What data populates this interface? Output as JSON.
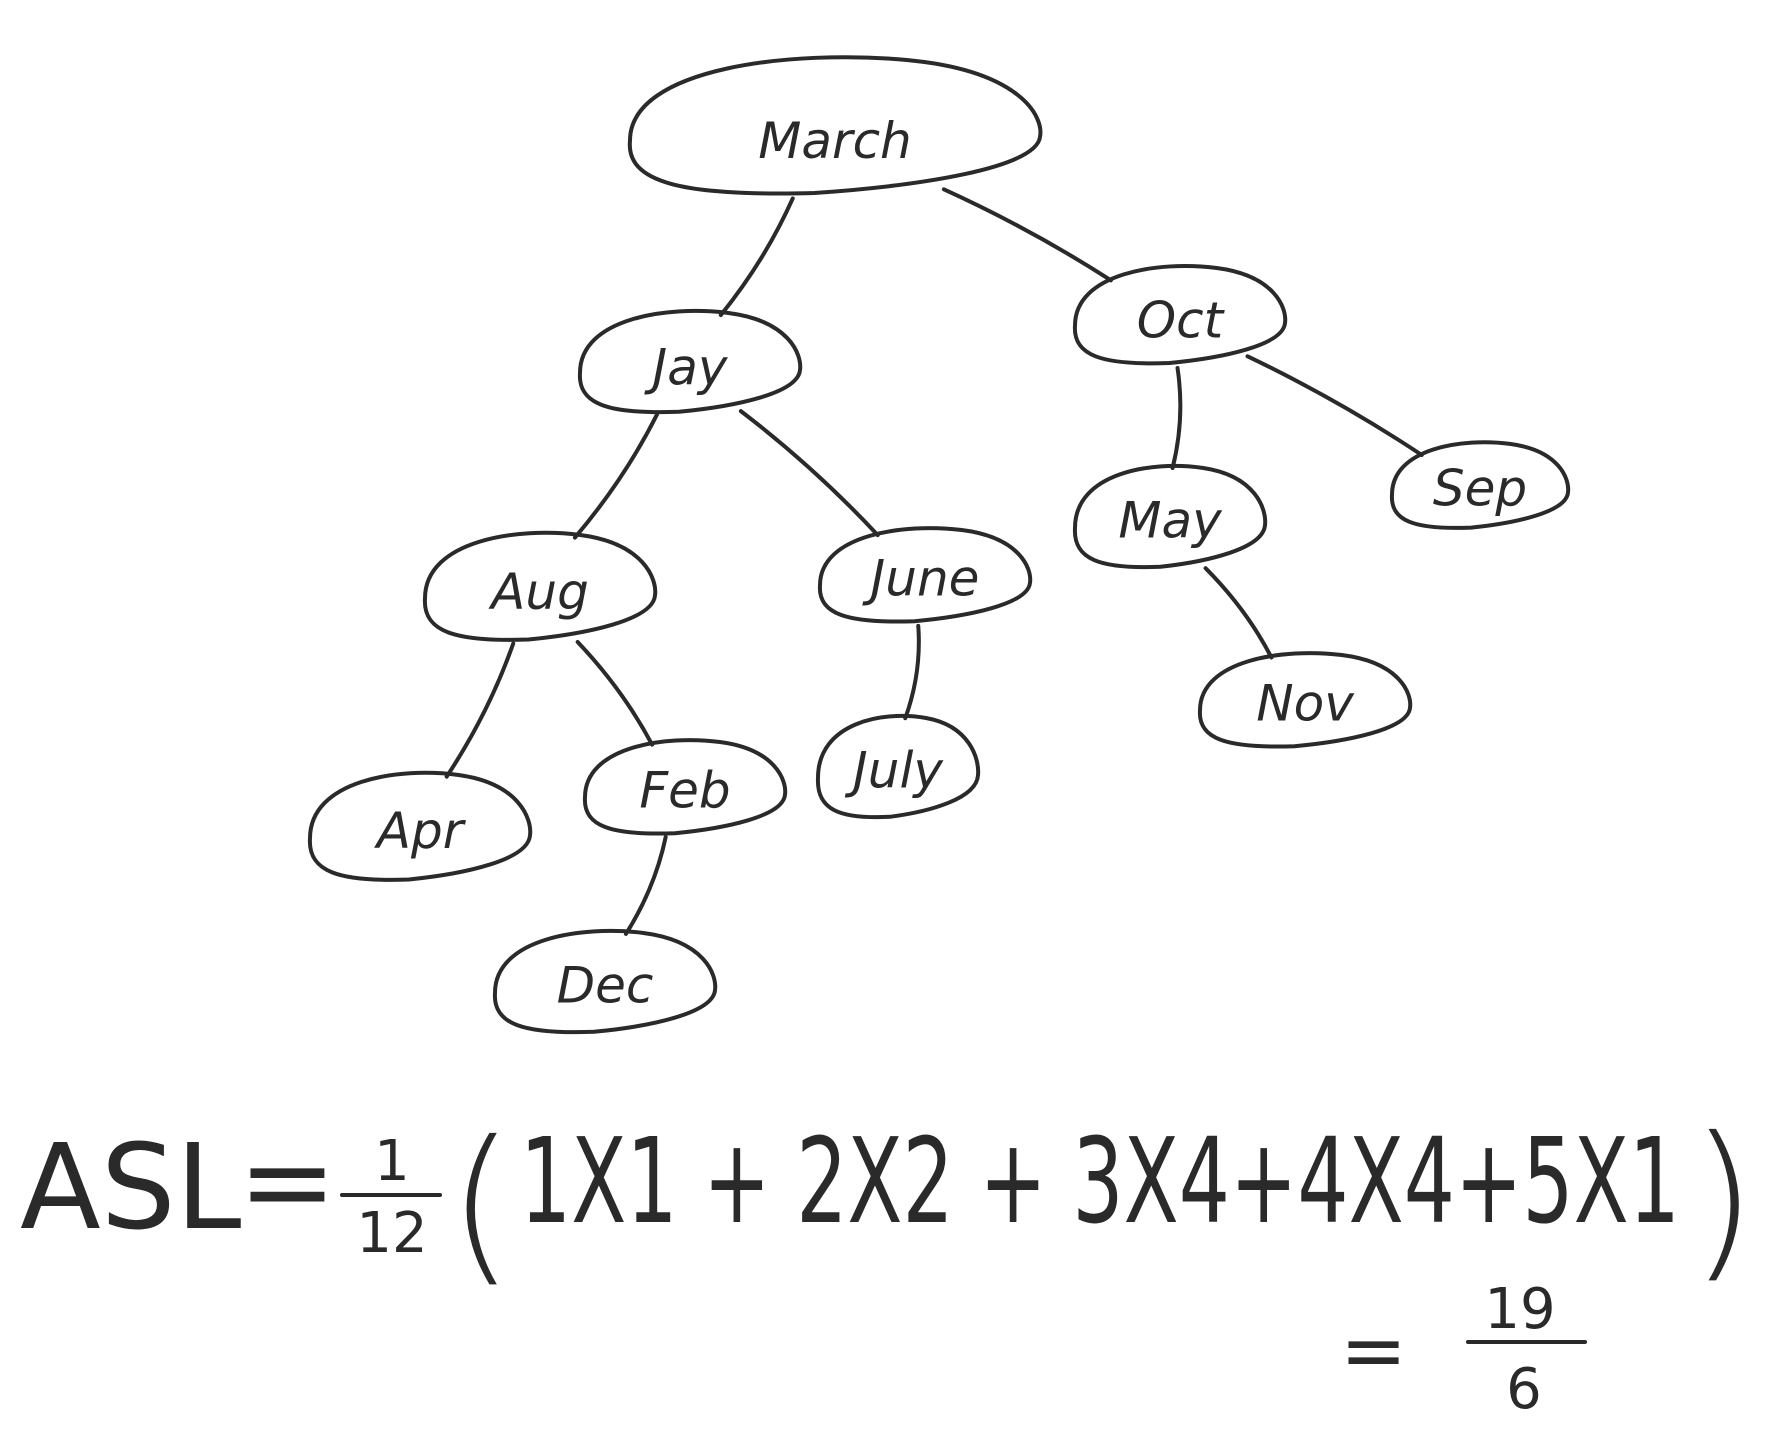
{
  "tree": {
    "nodes": [
      {
        "id": "march",
        "label": "March"
      },
      {
        "id": "jay",
        "label": "Jay"
      },
      {
        "id": "oct",
        "label": "Oct"
      },
      {
        "id": "aug",
        "label": "Aug"
      },
      {
        "id": "june",
        "label": "June"
      },
      {
        "id": "may",
        "label": "May"
      },
      {
        "id": "sep",
        "label": "Sep"
      },
      {
        "id": "apr",
        "label": "Apr"
      },
      {
        "id": "feb",
        "label": "Feb"
      },
      {
        "id": "july",
        "label": "July"
      },
      {
        "id": "nov",
        "label": "Nov"
      },
      {
        "id": "dec",
        "label": "Dec"
      }
    ],
    "edges": [
      [
        "march",
        "jay"
      ],
      [
        "march",
        "oct"
      ],
      [
        "jay",
        "aug"
      ],
      [
        "jay",
        "june"
      ],
      [
        "oct",
        "may"
      ],
      [
        "oct",
        "sep"
      ],
      [
        "aug",
        "apr"
      ],
      [
        "aug",
        "feb"
      ],
      [
        "june",
        "july"
      ],
      [
        "may",
        "nov"
      ],
      [
        "feb",
        "dec"
      ]
    ]
  },
  "formula": {
    "lhs": "ASL",
    "equals": "=",
    "frac_num": "1",
    "frac_den": "12",
    "open_paren": "(",
    "close_paren": ")",
    "expression": "1X1 + 2X2 + 3X4+4X4+5X1",
    "result_equals": "=",
    "result_num": "19",
    "result_den": "6"
  }
}
